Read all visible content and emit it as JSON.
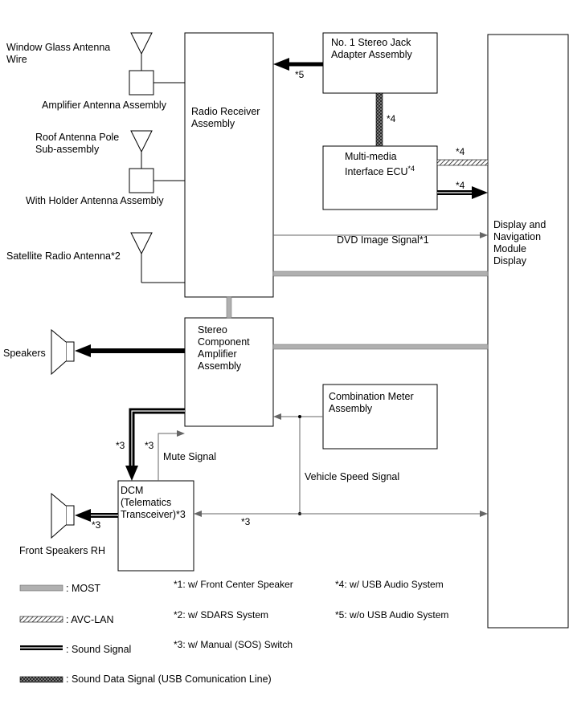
{
  "antennas": {
    "window_glass": "Window Glass Antenna\nWire",
    "amplifier": "Amplifier Antenna Assembly",
    "roof_pole": "Roof Antenna Pole\nSub-assembly",
    "with_holder": "With Holder Antenna Assembly",
    "satellite": "Satellite Radio Antenna*2"
  },
  "boxes": {
    "radio_receiver": "Radio Receiver\nAssembly",
    "stereo_jack": "No. 1 Stereo Jack\nAdapter Assembly",
    "multimedia_ecu": "Multi-media\nInterface ECU",
    "multimedia_ecu_note": "*4",
    "display_nav": "Display and\nNavigation\nModule\nDisplay",
    "stereo_amp": "Stereo\nComponent\nAmplifier\nAssembly",
    "combination_meter": "Combination Meter\nAssembly",
    "dcm": "DCM\n(Telematics\nTransceiver)*3"
  },
  "speakers": {
    "speakers": "Speakers",
    "front_rh": "Front Speakers RH"
  },
  "signals": {
    "dvd_image": "DVD Image Signal*1",
    "mute": "Mute Signal",
    "vehicle_speed": "Vehicle Speed Signal"
  },
  "notes": {
    "n5": "*5",
    "n4_vert": "*4",
    "n4_avc": "*4",
    "n4_sound": "*4",
    "n3_left": "*3",
    "n3_mute": "*3",
    "n3_dcm_spk": "*3",
    "n3_bus": "*3"
  },
  "legend": {
    "most": ": MOST",
    "avc_lan": ": AVC-LAN",
    "sound_signal": ": Sound Signal",
    "sound_data": ": Sound Data Signal (USB Comunication Line)",
    "fn1": "*1: w/ Front Center Speaker",
    "fn2": "*2: w/ SDARS System",
    "fn3": "*3: w/ Manual (SOS) Switch",
    "fn4": "*4: w/ USB Audio System",
    "fn5": "*5: w/o USB Audio System"
  }
}
